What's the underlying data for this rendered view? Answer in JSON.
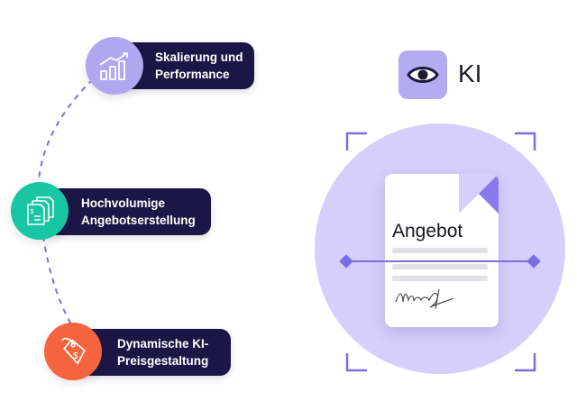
{
  "features": [
    {
      "lines": [
        "Skalierung und",
        "Performance"
      ],
      "icon": "growth-chart-icon",
      "color": "#b1a6f0"
    },
    {
      "lines": [
        "Hochvolumige",
        "Angebotserstellung"
      ],
      "icon": "document-stack-icon",
      "color": "#19c6a3"
    },
    {
      "lines": [
        "Dynamische KI-",
        "Preisgestaltung"
      ],
      "icon": "price-tag-icon",
      "color": "#f3643f"
    }
  ],
  "ki": {
    "label": "KI",
    "icon": "eye-icon",
    "tile_color": "#b5abf2"
  },
  "document": {
    "title": "Angebot",
    "signature_icon": "signature-icon"
  },
  "colors": {
    "accent": "#7b6fe0",
    "pill": "#1c1646",
    "circle": "#d6cffb",
    "fold": "#8a79ec"
  }
}
